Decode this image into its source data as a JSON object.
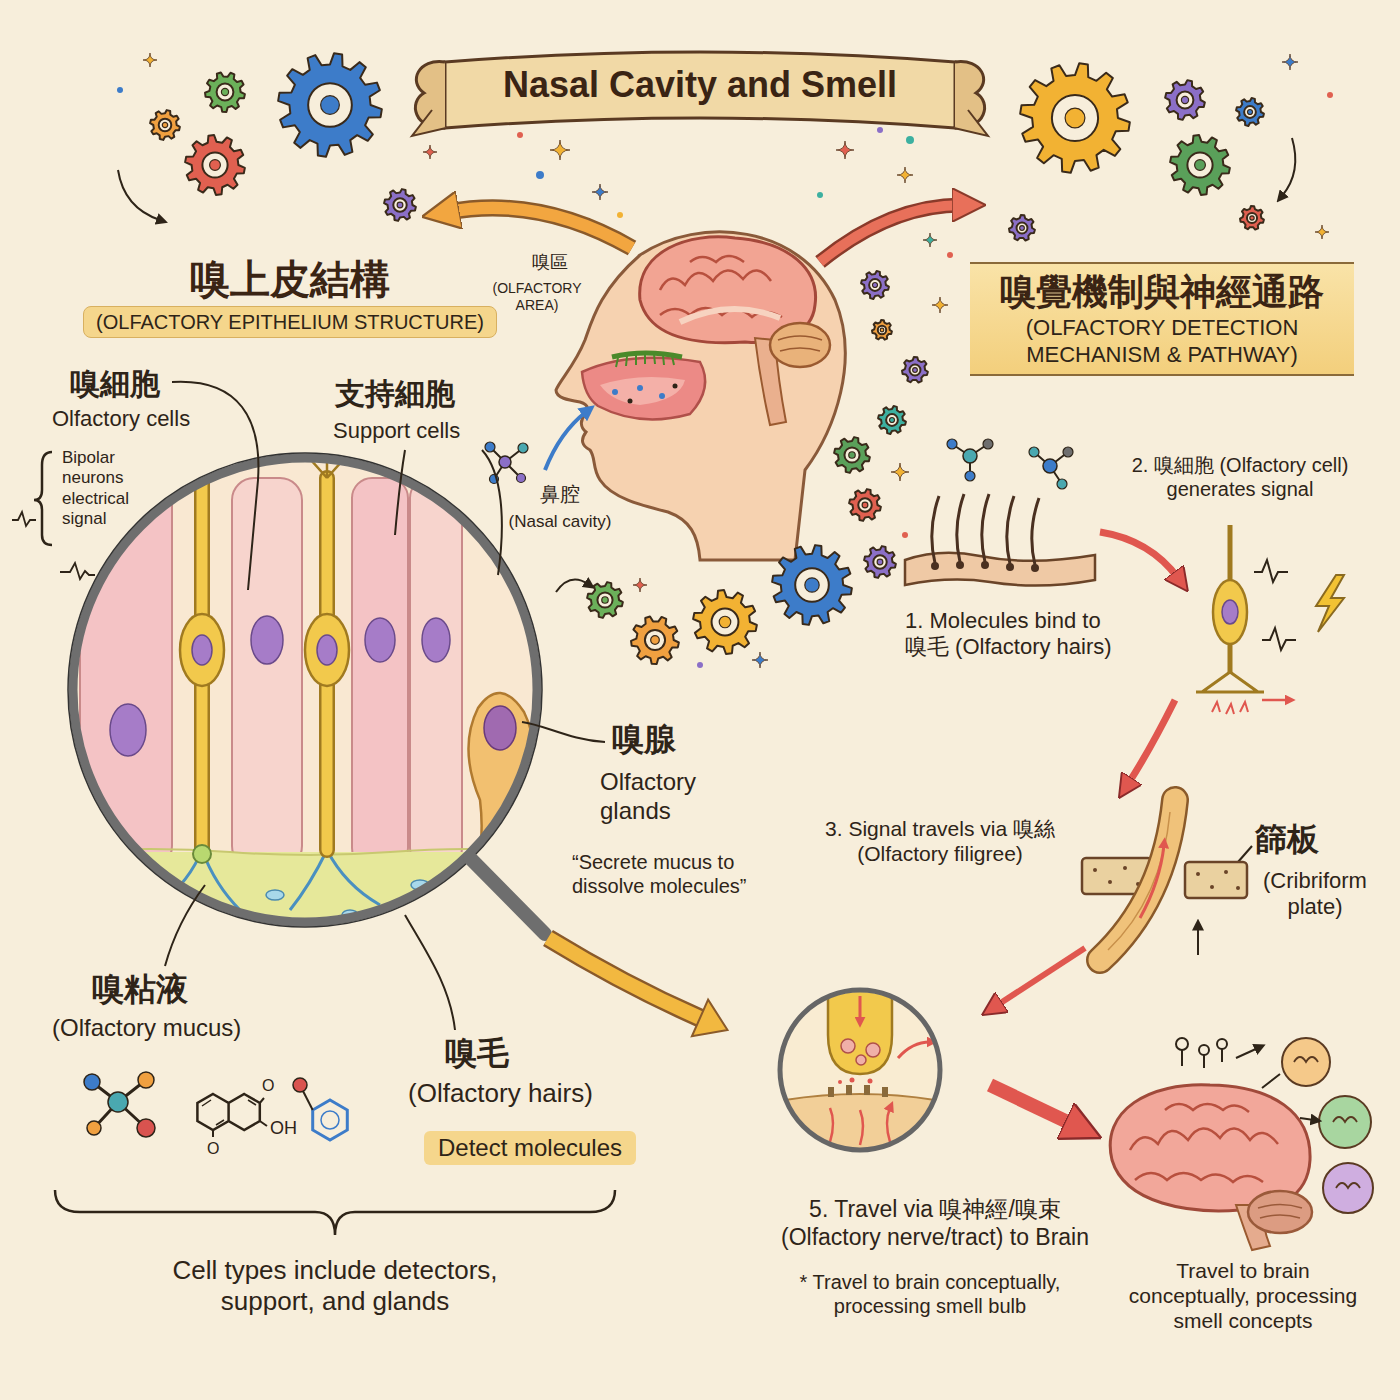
{
  "diagram": {
    "title": "Nasal Cavity and Smell",
    "nodes": [
      {
        "text": [
          "嗅上皮結構",
          "(OLFACTORY EPITHELIUM STRUCTURE)"
        ]
      },
      {
        "text": [
          "嗅覺機制與神經通路",
          "(OLFACTORY DETECTION MECHANISM & PATHWAY)"
        ]
      },
      {
        "text": [
          "Detect molecules"
        ]
      }
    ],
    "labels": [
      "嗅區",
      "(OLFACTORY AREA)",
      "鼻腔",
      "(Nasal cavity)",
      "嗅細胞",
      "Olfactory cells",
      "Bipolar neurons electrical signal",
      "支持細胞",
      "Support cells",
      "嗅腺",
      "Olfactory glands",
      "“Secrete mucus to dissolve molecules”",
      "嗅粘液",
      "(Olfactory mucus)",
      "嗅毛",
      "(Olfactory hairs)",
      "O",
      "OH",
      "O",
      "Cell types include detectors, support, and glands",
      "1. Molecules bind to 嗅毛 (Olfactory hairs)",
      "2. 嗅細胞 (Olfactory cell) generates signal",
      "3. Signal travels via 嗅絲 (Olfactory filigree)",
      "篩板",
      "(Cribriform plate)",
      "5. Travel via 嗅神經/嗅束 (Olfactory nerve/tract) to Brain",
      "* Travel to brain conceptually, processing smell bulb",
      "Travel to brain conceptually, processing smell concepts"
    ]
  }
}
